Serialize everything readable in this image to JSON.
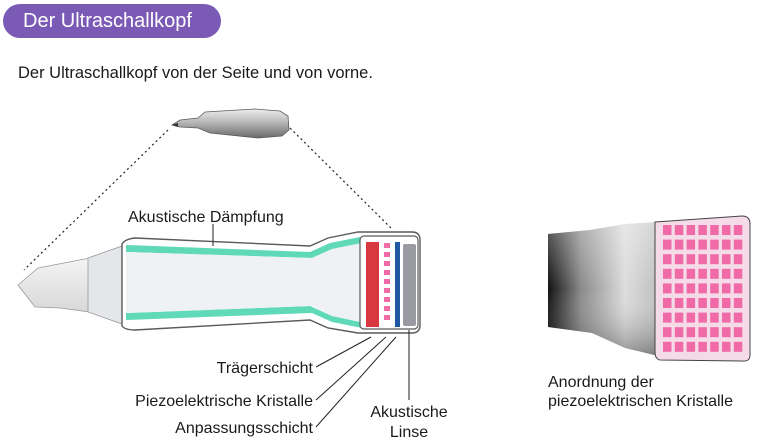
{
  "header": {
    "title": "Der Ultraschallkopf"
  },
  "subtitle": "Der Ultraschallkopf von der Seite und von vorne.",
  "labels": {
    "damping": "Akustische Dämpfung",
    "backing": "Trägerschicht",
    "piezo": "Piezoelektrische Kristalle",
    "matching": "Anpassungsschicht",
    "lens_line1": "Akustische",
    "lens_line2": "Linse",
    "front_line1": "Anordnung der",
    "front_line2": "piezoelektrischen Kristalle"
  },
  "colors": {
    "badge": "#7a5ab5",
    "damping_layer": "#5fd9b8",
    "backing_layer": "#d8383f",
    "crystals": "#f06aa8",
    "matching_layer": "#1e57a3",
    "lens": "#9a9aa3"
  }
}
